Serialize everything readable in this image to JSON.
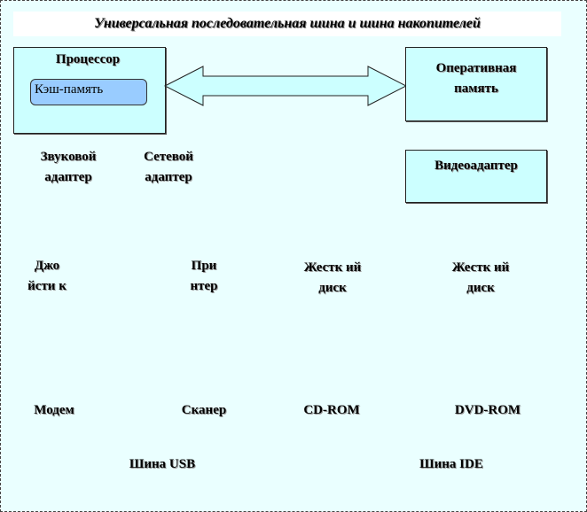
{
  "title": "Универсальная последовательная шина и шина накопителей",
  "processor": {
    "label": "Процессор",
    "cache": "Кэш-память"
  },
  "ram": {
    "label": "Оперативная память"
  },
  "video": {
    "label": "Видеоадаптер"
  },
  "sound": {
    "label": "Звуковой адаптер"
  },
  "network": {
    "label": "Сетевой адаптер"
  },
  "row1": {
    "joystick": "Джо йсти к",
    "printer": "При нтер",
    "hdd1": "Жестк ий диск",
    "hdd2": "Жестк ий диск"
  },
  "row2": {
    "modem": "Модем",
    "scanner": "Сканер",
    "cdrom": "CD-ROM",
    "dvdrom": "DVD-ROM"
  },
  "buses": {
    "usb": "Шина USB",
    "ide": "Шина IDE"
  },
  "colors": {
    "background": "#eaffff",
    "box": "#ccffff",
    "cache": "#99ccff",
    "arrow": "#ccffff"
  }
}
